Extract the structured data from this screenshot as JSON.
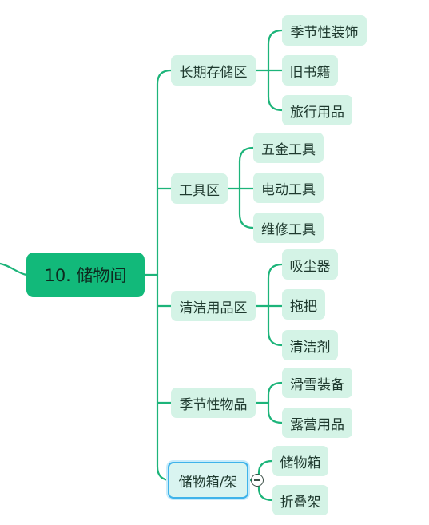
{
  "root": {
    "label": "10. 储物间"
  },
  "branches": [
    {
      "label": "长期存储区",
      "children": [
        "季节性装饰",
        "旧书籍",
        "旅行用品"
      ]
    },
    {
      "label": "工具区",
      "children": [
        "五金工具",
        "电动工具",
        "维修工具"
      ]
    },
    {
      "label": "清洁用品区",
      "children": [
        "吸尘器",
        "拖把",
        "清洁剂"
      ]
    },
    {
      "label": "季节性物品",
      "children": [
        "滑雪装备",
        "露营用品"
      ]
    },
    {
      "label": "储物箱/架",
      "children": [
        "储物箱",
        "折叠架"
      ],
      "selected": true,
      "collapse_control": "collapse-icon"
    }
  ],
  "colors": {
    "root_fill": "#12b97a",
    "node_fill": "#d4f3e6",
    "connector": "#1db47a",
    "selection": "#3fb3ea"
  }
}
